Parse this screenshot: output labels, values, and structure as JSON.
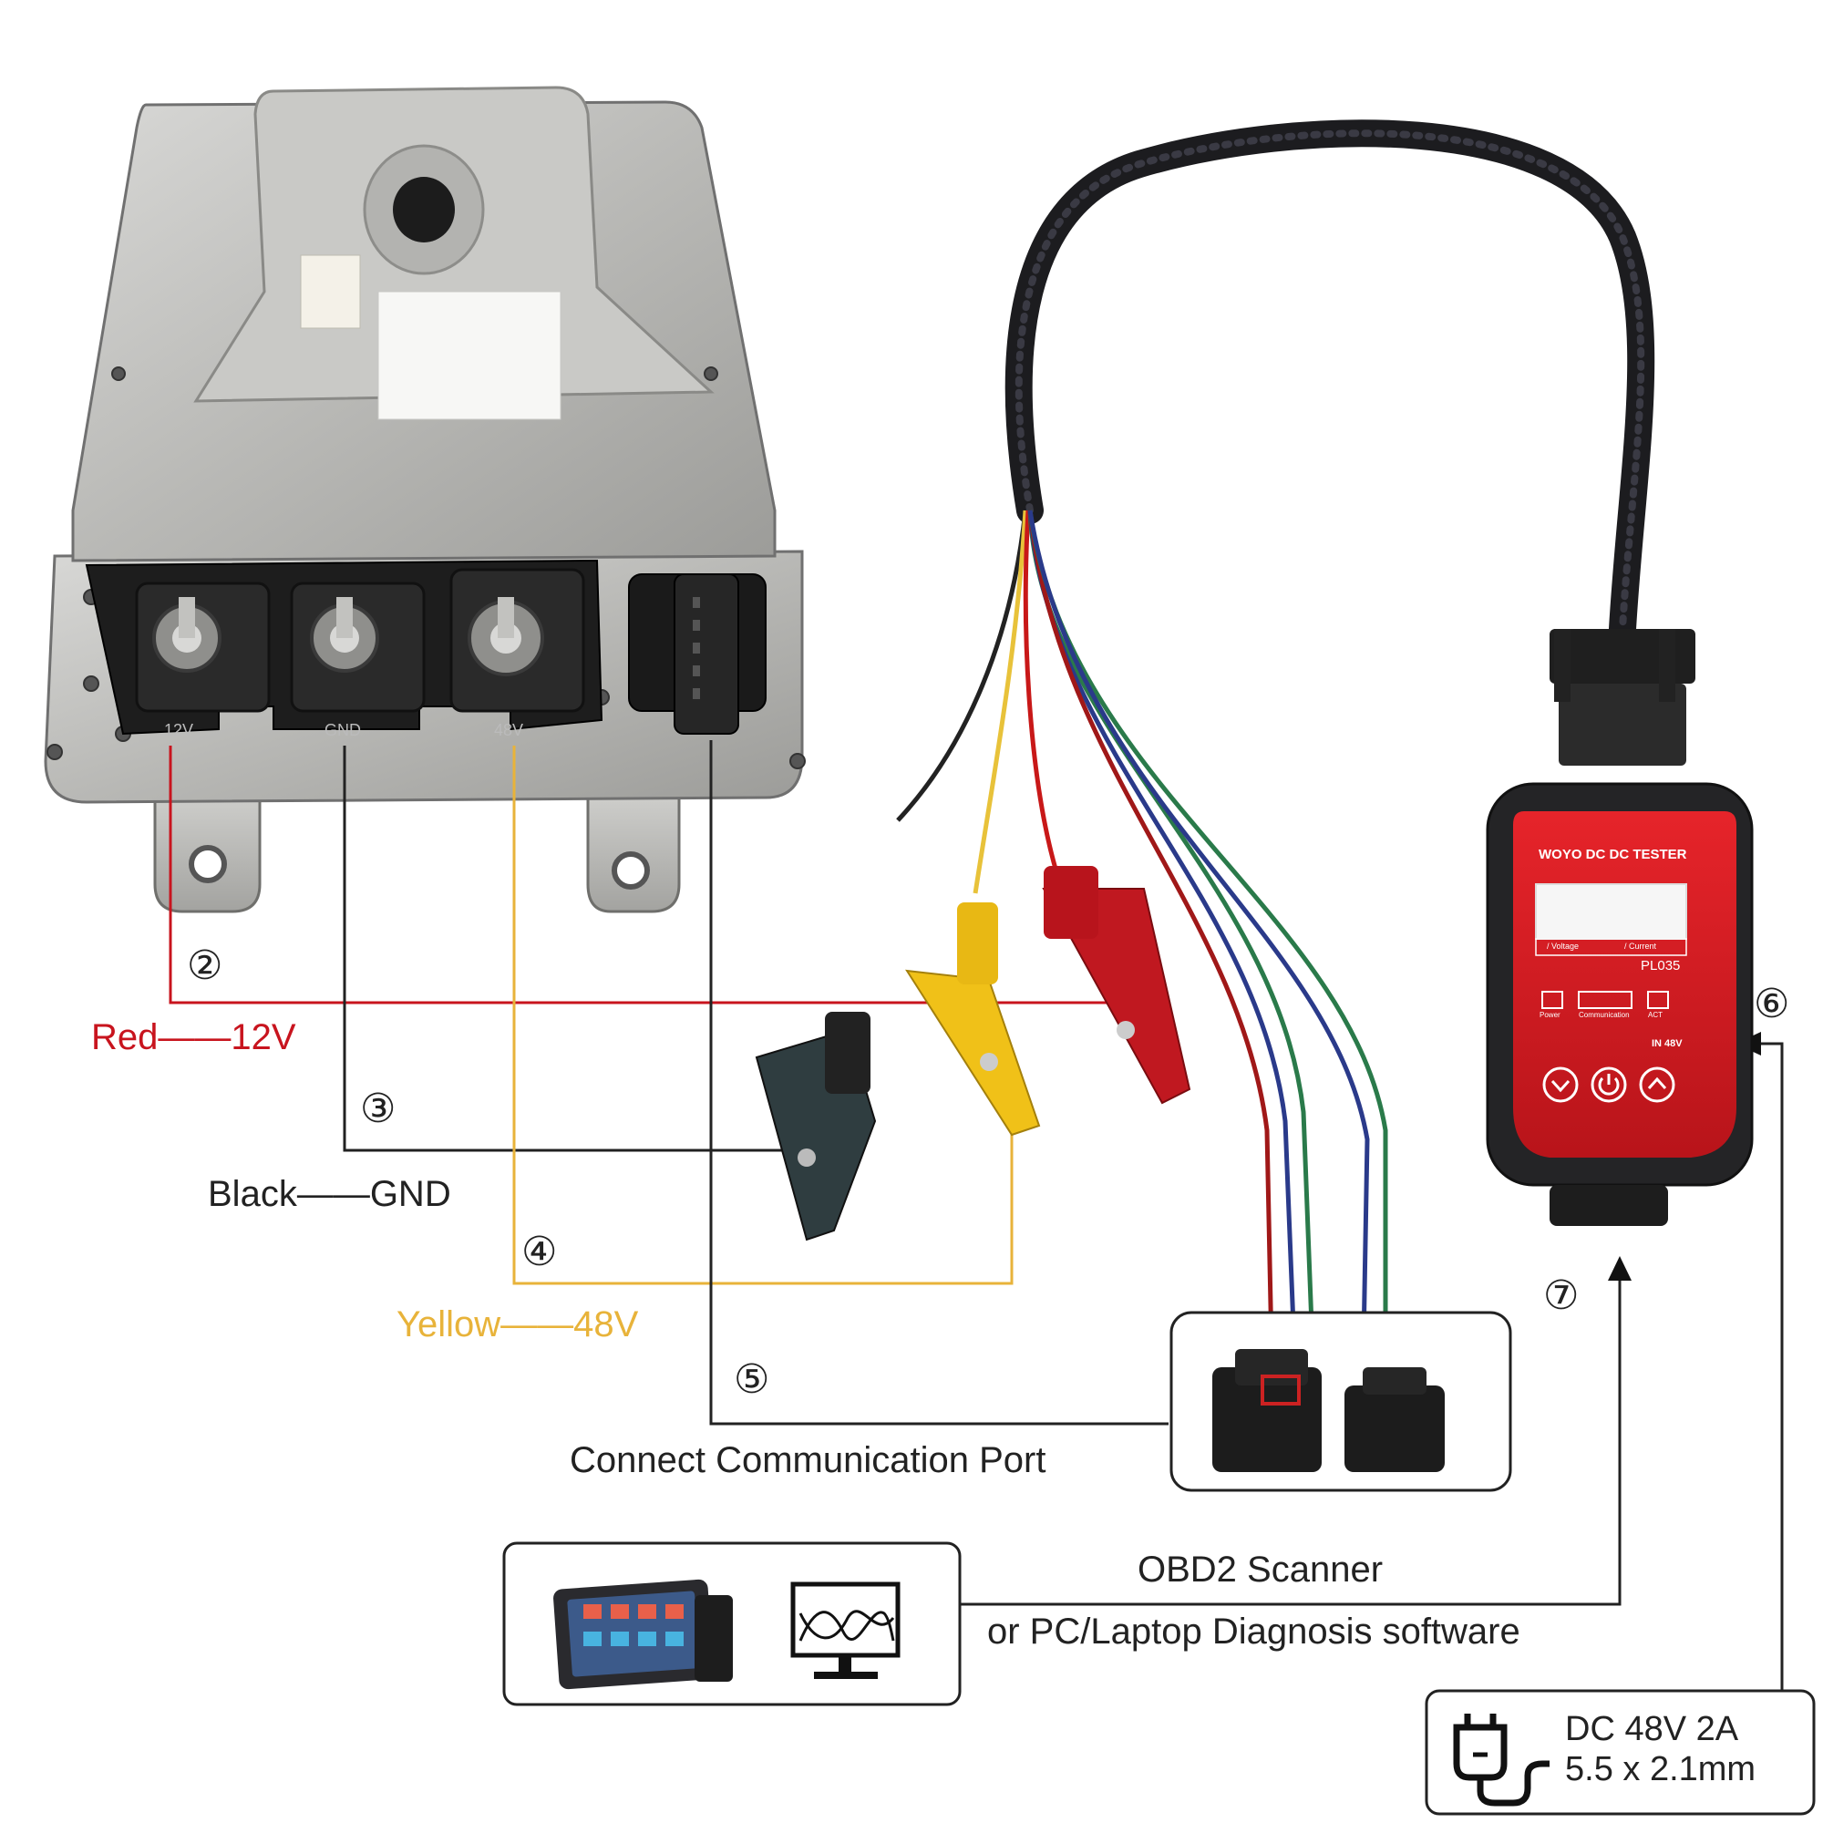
{
  "controller": {
    "terminals": [
      "12V",
      "GND",
      "48V"
    ]
  },
  "steps": [
    {
      "num": "②",
      "wire": "Red",
      "target": "12V",
      "color": "#c8141e"
    },
    {
      "num": "③",
      "wire": "Black",
      "target": "GND",
      "color": "#222222"
    },
    {
      "num": "④",
      "wire": "Yellow",
      "target": "48V",
      "color": "#e8b33a"
    },
    {
      "num": "⑤",
      "label": "Connect Communication Port"
    },
    {
      "num": "⑥"
    },
    {
      "num": "⑦"
    }
  ],
  "separator": "——",
  "tester": {
    "brand": "WOYO DC DC TESTER",
    "model": "PL035",
    "voltage_label": "/ Voltage",
    "current_label": "/ Current",
    "buttons": [
      "Power",
      "Communication",
      "ACT"
    ],
    "input": "IN 48V",
    "color": "#d8191f"
  },
  "scanner": {
    "line1": "OBD2 Scanner",
    "line2": "or PC/Laptop Diagnosis software"
  },
  "power": {
    "line1": "DC 48V 2A",
    "line2": "5.5 x 2.1mm",
    "icon": "power-plug-icon"
  }
}
